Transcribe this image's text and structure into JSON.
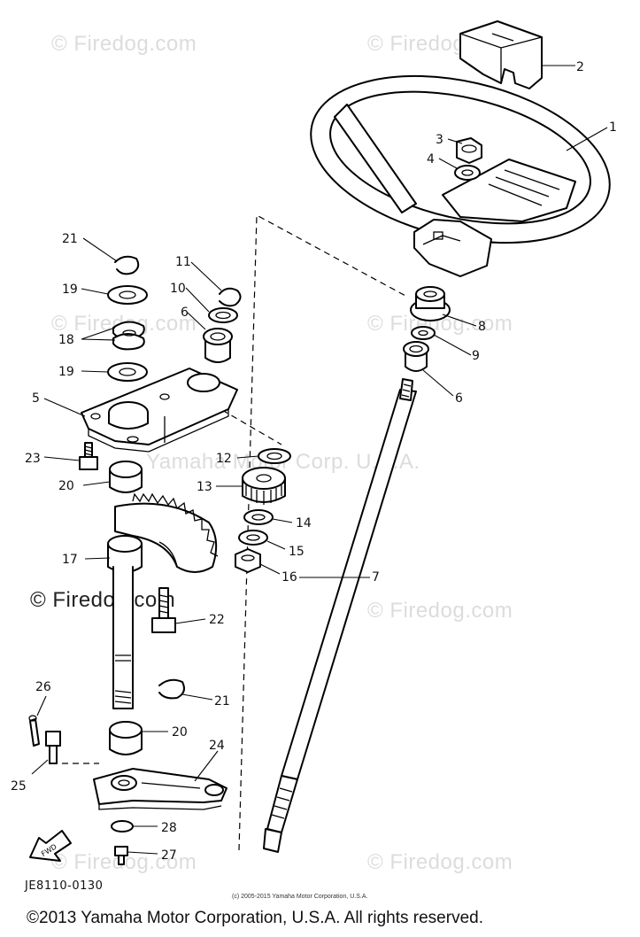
{
  "watermark": "© Firedog.com",
  "watermark_company": "Yamaha Motor Corp. U.S.A.",
  "fwd_label": "FWD",
  "diagram_code": "JE8110-0130",
  "small_copyright": "(c) 2005-2015 Yamaha Motor Corporation, U.S.A.",
  "copyright": "©2013 Yamaha Motor Corporation, U.S.A. All rights reserved.",
  "callouts": {
    "c1": "1",
    "c2": "2",
    "c3": "3",
    "c4": "4",
    "c5": "5",
    "c6a": "6",
    "c6b": "6",
    "c7": "7",
    "c8": "8",
    "c9": "9",
    "c10": "10",
    "c11": "11",
    "c12": "12",
    "c13": "13",
    "c14": "14",
    "c15": "15",
    "c16": "16",
    "c17": "17",
    "c18": "18",
    "c19a": "19",
    "c19b": "19",
    "c20a": "20",
    "c20b": "20",
    "c21a": "21",
    "c21b": "21",
    "c22": "22",
    "c23": "23",
    "c24": "24",
    "c25": "25",
    "c26": "26",
    "c27": "27",
    "c28": "28"
  }
}
